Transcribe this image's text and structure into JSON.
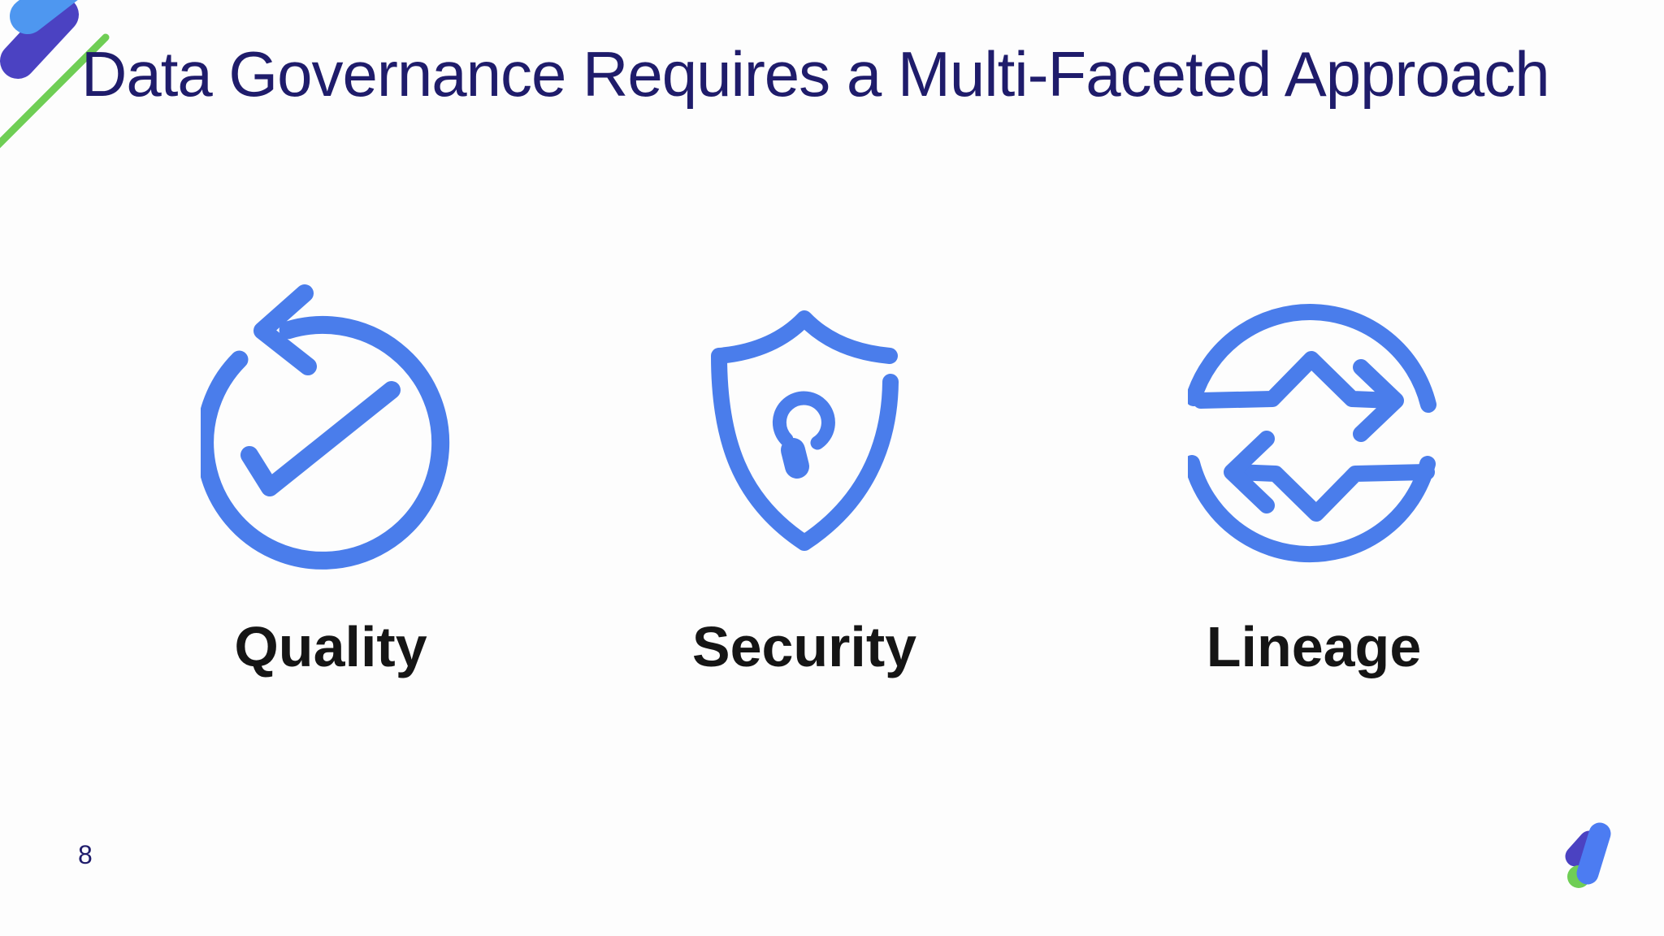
{
  "slide": {
    "title": "Data Governance Requires a Multi-Faceted Approach",
    "page_number": "8",
    "features": [
      {
        "label": "Quality",
        "icon": "refresh-check-icon"
      },
      {
        "label": "Security",
        "icon": "shield-keyhole-icon"
      },
      {
        "label": "Lineage",
        "icon": "exchange-arrows-icon"
      }
    ],
    "logo": "s-mark-logo",
    "corner_decoration": "diagonal-accent-with-green-line",
    "colors": {
      "background": "#FDFDFD",
      "title": "#1F1C6B",
      "label": "#151515",
      "icon_blue": "#4A7DEB",
      "accent_light_blue": "#4E97F0",
      "logo_indigo": "#4B42C2",
      "logo_blue": "#4C7CF2",
      "logo_green": "#6FCE55"
    }
  }
}
